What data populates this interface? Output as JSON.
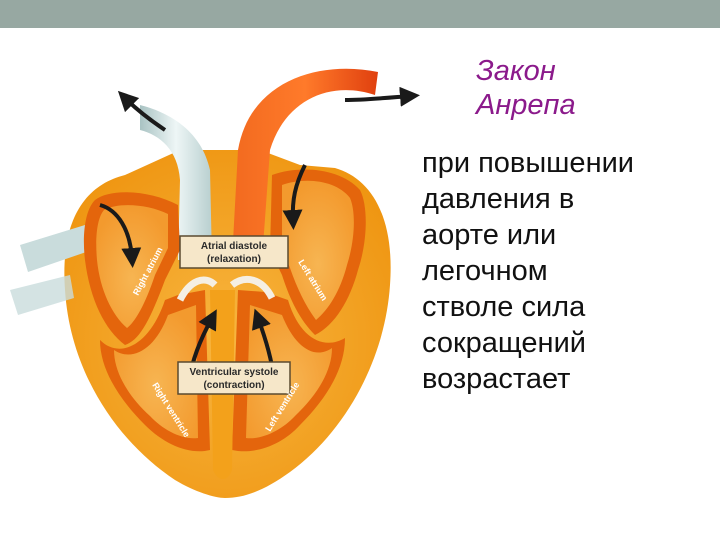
{
  "colors": {
    "top_bar": "#97a8a2",
    "title": "#8b1a8b",
    "body_text": "#111111",
    "heart_outer": "#f3a11b",
    "heart_mid": "#e4650c",
    "heart_inner": "#f6b14a",
    "aorta": "#ee4f18",
    "pulmonary": "#d8e8e8",
    "arrow": "#1a1a1a"
  },
  "slide": {
    "title": "Закон\nАнрепа",
    "body": "при повышении\nдавления в\nаорте или\nлегочном\nстволе сила\nсокращений\nвозрастает"
  },
  "diagram": {
    "box_top": {
      "line1": "Atrial diastole",
      "line2": "(relaxation)"
    },
    "box_bottom": {
      "line1": "Ventricular systole",
      "line2": "(contraction)"
    },
    "labels": {
      "right_atrium": "Right atrium",
      "left_atrium": "Left atrium",
      "right_ventricle": "Right ventricle",
      "left_ventricle": "Left ventricle"
    },
    "icons": [
      "arrow-icon"
    ]
  }
}
